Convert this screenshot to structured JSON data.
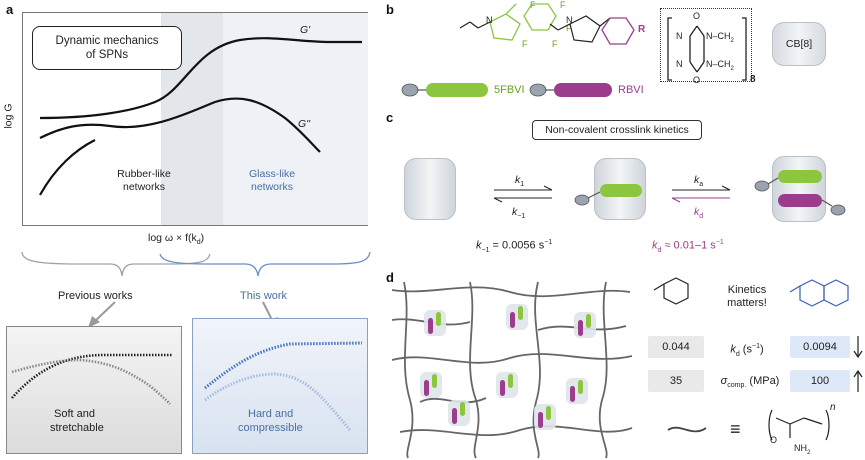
{
  "panel_labels": {
    "a": "a",
    "b": "b",
    "c": "c",
    "d": "d"
  },
  "panel_a": {
    "box_title": "Dynamic mechanics of SPNs",
    "box_title_line1": "Dynamic mechanics",
    "box_title_line2": "of SPNs",
    "y_axis": "log G",
    "curve_storage": "G'",
    "curve_loss": "G''",
    "region_rubber_line1": "Rubber-like",
    "region_rubber_line2": "networks",
    "region_glass_line1": "Glass-like",
    "region_glass_line2": "networks",
    "x_axis": "log ω × f(kd)",
    "x_axis_main": "log ω × f(k",
    "x_axis_sub": "d",
    "x_axis_end": ")",
    "previous_works": "Previous works",
    "this_work": "This work",
    "result_soft_line1": "Soft and",
    "result_soft_line2": "stretchable",
    "result_hard_line1": "Hard and",
    "result_hard_line2": "compressible"
  },
  "panel_b": {
    "label_5fbvi": "5FBVI",
    "label_rbvi": "RBVI",
    "label_cb8": "CB[8]",
    "subst_r": "R",
    "repeat_8": "8",
    "atom_F": "F",
    "atom_N": "N",
    "atom_O": "O",
    "group_ch2": "N–CH",
    "ch2_sub": "2",
    "colors": {
      "green": "#8cc63f",
      "purple": "#9b3d8c",
      "blue": "#3b5db8"
    }
  },
  "panel_c": {
    "title": "Non-covalent crosslink kinetics",
    "k1": "k",
    "k1_sub": "1",
    "kminus1": "k",
    "kminus1_sub": "−1",
    "ka": "k",
    "ka_sub": "a",
    "kd": "k",
    "kd_sub": "d",
    "eq_left": "k",
    "eq_left_sub": "−1",
    "eq_left_rest": " = 0.0056 s",
    "eq_left_sup": "−1",
    "eq_right": "k",
    "eq_right_sub": "d",
    "eq_right_rest": " ≈ 0.01–1 s",
    "eq_right_sup": "−1"
  },
  "panel_d": {
    "kinetics_line1": "Kinetics",
    "kinetics_line2": "matters!",
    "row1_left": "0.044",
    "row1_label": "k",
    "row1_label_sub": "d",
    "row1_label_rest": " (s",
    "row1_label_sup": "−1",
    "row1_label_end": ")",
    "row1_right": "0.0094",
    "row2_left": "35",
    "row2_label": "σ",
    "row2_label_sub": "comp.",
    "row2_label_rest": " (MPa)",
    "row2_right": "100",
    "equiv": "≡",
    "atom_O": "O",
    "atom_NH": "NH",
    "nh_sub": "2",
    "repeat_n": "n"
  }
}
